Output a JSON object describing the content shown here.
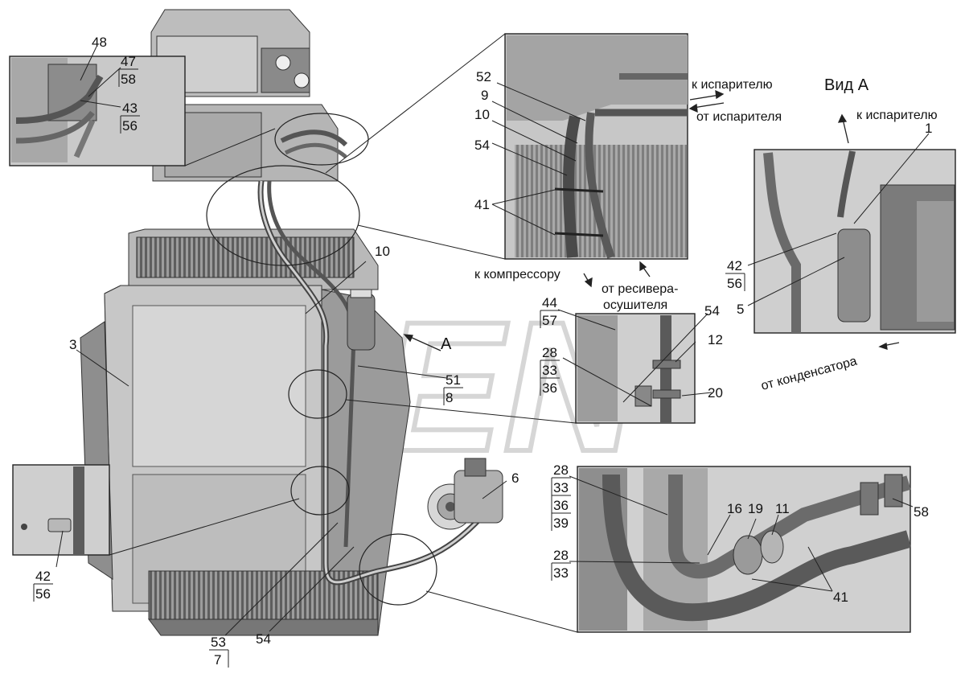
{
  "view_title": "Вид А",
  "view_marker": "A",
  "directions": {
    "to_evaporator": "к испарителю",
    "from_evaporator": "от испарителя",
    "to_evaporator_view": "к испарителю",
    "to_compressor": "к компрессору",
    "from_receiver_1": "от ресивера-",
    "from_receiver_2": "осушителя",
    "from_condenser": "от конденсатора"
  },
  "labels": {
    "l48": "48",
    "l47": "47",
    "l58a": "58",
    "l43": "43",
    "l56a": "56",
    "l52": "52",
    "l9": "9",
    "l10a": "10",
    "l54a": "54",
    "l41a": "41",
    "l1": "1",
    "l42a": "42",
    "l56b": "56",
    "l5": "5",
    "l10b": "10",
    "l3": "3",
    "l44": "44",
    "l57": "57",
    "l54b": "54",
    "l12": "12",
    "l28a": "28",
    "l33a": "33",
    "l36a": "36",
    "l20": "20",
    "l51": "51",
    "l8": "8",
    "l42b": "42",
    "l56c": "56",
    "l6": "6",
    "l28b": "28",
    "l33b": "33",
    "l36b": "36",
    "l39": "39",
    "l16": "16",
    "l19": "19",
    "l11": "11",
    "l58b": "58",
    "l28c": "28",
    "l33c": "33",
    "l41b": "41",
    "l53": "53",
    "l7": "7",
    "l54c": "54"
  }
}
